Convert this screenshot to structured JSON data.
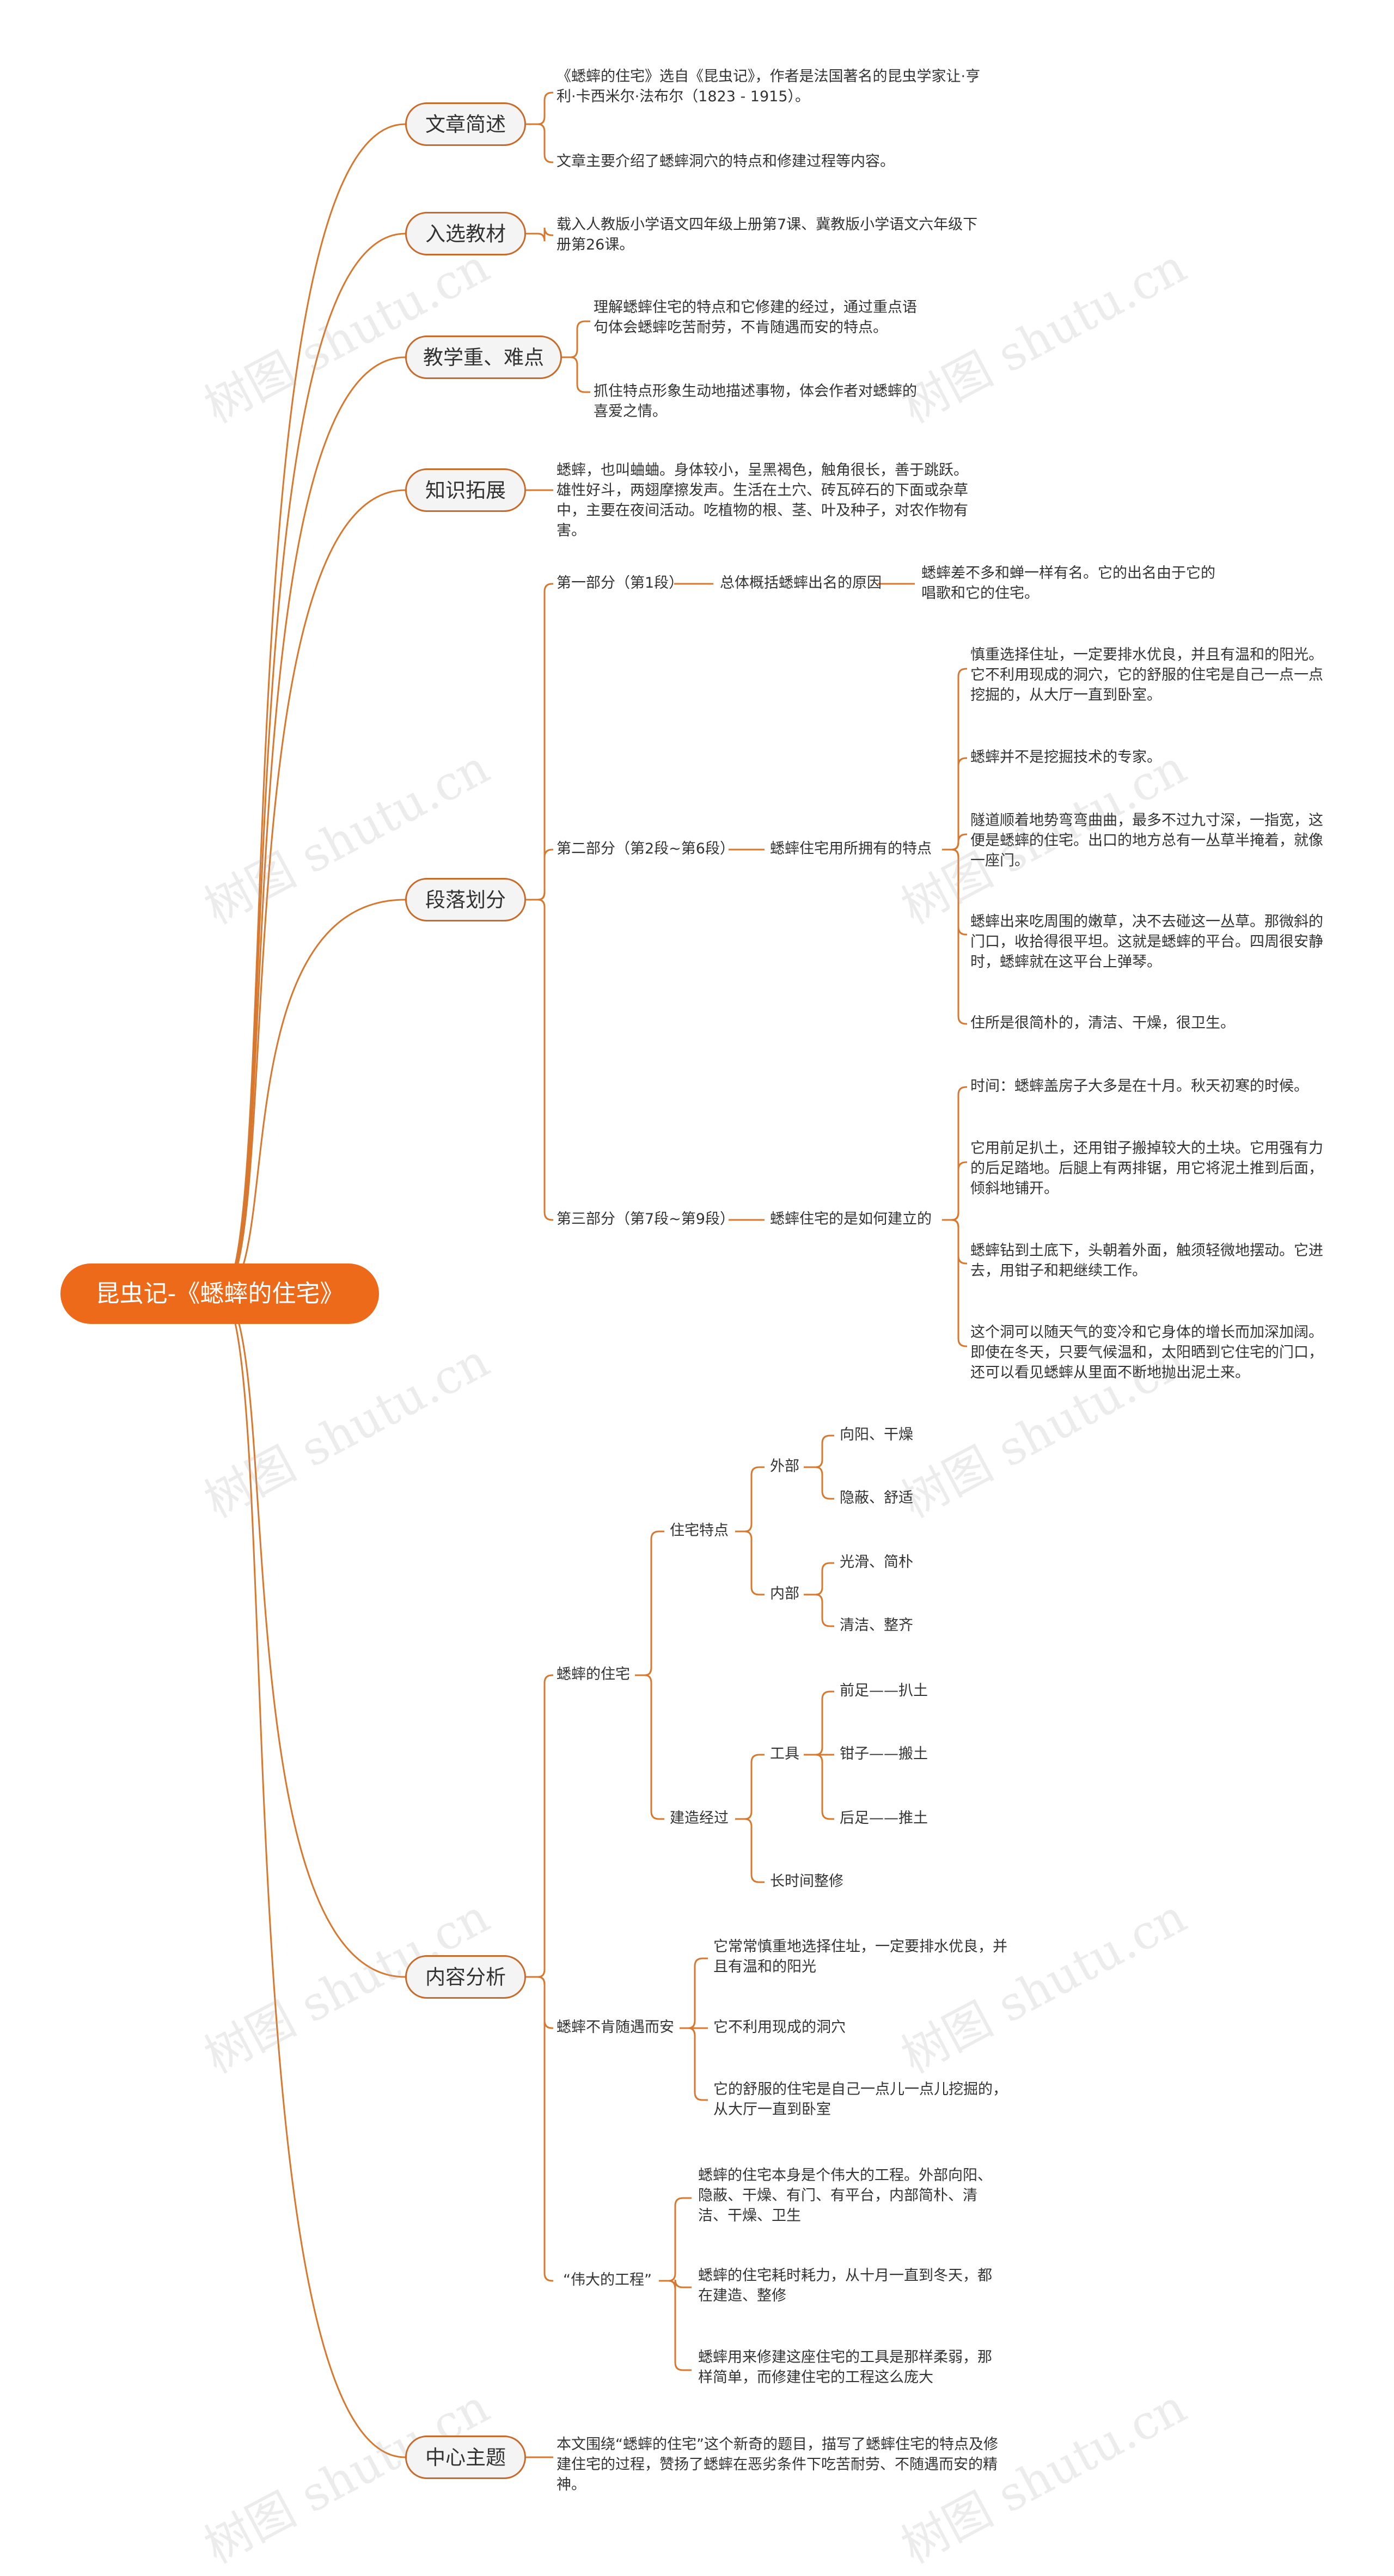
{
  "root": {
    "label": "昆虫记-《蟋蟀的住宅》"
  },
  "branches": {
    "summary": {
      "label": "文章简述",
      "items": [
        "《蟋蟀的住宅》选自《昆虫记》，作者是法国著名的昆虫学家让·亨利·卡西米尔·法布尔（1823 - 1915）。",
        "文章主要介绍了蟋蟀洞穴的特点和修建过程等内容。"
      ]
    },
    "textbook": {
      "label": "入选教材",
      "items": [
        "载入人教版小学语文四年级上册第7课、冀教版小学语文六年级下册第26课。"
      ]
    },
    "focus": {
      "label": "教学重、难点",
      "items": [
        "理解蟋蟀住宅的特点和它修建的经过，通过重点语句体会蟋蟀吃苦耐劳，不肯随遇而安的特点。",
        "抓住特点形象生动地描述事物，体会作者对蟋蟀的喜爱之情。"
      ]
    },
    "knowledge": {
      "label": "知识拓展",
      "items": [
        "蟋蟀，也叫蛐蛐。身体较小，呈黑褐色，触角很长，善于跳跃。雄性好斗，两翅摩擦发声。生活在土穴、砖瓦碎石的下面或杂草中，主要在夜间活动。吃植物的根、茎、叶及种子，对农作物有害。"
      ]
    },
    "sections": {
      "label": "段落划分",
      "part1": {
        "label": "第一部分（第1段）",
        "sub": "总体概括蟋蟀出名的原因",
        "items": [
          "蟋蟀差不多和蝉一样有名。它的出名由于它的唱歌和它的住宅。"
        ]
      },
      "part2": {
        "label": "第二部分（第2段~第6段）",
        "sub": "蟋蟀住宅用所拥有的特点",
        "items": [
          "慎重选择住址，一定要排水优良，并且有温和的阳光。它不利用现成的洞穴，它的舒服的住宅是自己一点一点挖掘的，从大厅一直到卧室。",
          "蟋蟀并不是挖掘技术的专家。",
          "隧道顺着地势弯弯曲曲，最多不过九寸深，一指宽，这便是蟋蟀的住宅。出口的地方总有一丛草半掩着，就像一座门。",
          "蟋蟀出来吃周围的嫩草，决不去碰这一丛草。那微斜的门口，收拾得很平坦。这就是蟋蟀的平台。四周很安静时，蟋蟀就在这平台上弹琴。",
          "住所是很简朴的，清洁、干燥，很卫生。"
        ]
      },
      "part3": {
        "label": "第三部分（第7段~第9段）",
        "sub": "蟋蟀住宅的是如何建立的",
        "items": [
          "时间：蟋蟀盖房子大多是在十月。秋天初寒的时候。",
          "它用前足扒土，还用钳子搬掉较大的土块。它用强有力的后足踏地。后腿上有两排锯，用它将泥土推到后面，倾斜地铺开。",
          "蟋蟀钻到土底下，头朝着外面，触须轻微地摆动。它进去，用钳子和耙继续工作。",
          "这个洞可以随天气的变冷和它身体的增长而加深加阔。即使在冬天，只要气候温和，太阳晒到它住宅的门口，还可以看见蟋蟀从里面不断地抛出泥土来。"
        ]
      }
    },
    "content": {
      "label": "内容分析",
      "house": {
        "label": "蟋蟀的住宅",
        "features": {
          "label": "住宅特点",
          "outside": {
            "label": "外部",
            "items": [
              "向阳、干燥",
              "隐蔽、舒适"
            ]
          },
          "inside": {
            "label": "内部",
            "items": [
              "光滑、简朴",
              "清洁、整齐"
            ]
          }
        },
        "building": {
          "label": "建造经过",
          "tools": {
            "label": "工具",
            "items": [
              "前足——扒土",
              "钳子——搬土",
              "后足——推土"
            ]
          },
          "repair": "长时间整修"
        }
      },
      "notsettle": {
        "label": "蟋蟀不肯随遇而安",
        "items": [
          "它常常慎重地选择住址，一定要排水优良，并且有温和的阳光",
          "它不利用现成的洞穴",
          "它的舒服的住宅是自己一点儿一点儿挖掘的，从大厅一直到卧室"
        ]
      },
      "project": {
        "label": "“伟大的工程”",
        "items": [
          "蟋蟀的住宅本身是个伟大的工程。外部向阳、隐蔽、干燥、有门、有平台，内部简朴、清洁、干燥、卫生",
          "蟋蟀的住宅耗时耗力，从十月一直到冬天，都在建造、整修",
          "蟋蟀用来修建这座住宅的工具是那样柔弱，那样简单，而修建住宅的工程这么庞大"
        ]
      }
    },
    "theme": {
      "label": "中心主题",
      "items": [
        "本文围绕“蟋蟀的住宅”这个新奇的题目，描写了蟋蟀住宅的特点及修建住宅的过程，赞扬了蟋蟀在恶劣条件下吃苦耐劳、不随遇而安的精神。"
      ]
    }
  },
  "watermark": "树图 shutu.cn",
  "colors": {
    "root_fill": "#ec6a1a",
    "line": "#d8782e",
    "node_border": "#c76a2a",
    "node_fill": "#f4f4f4"
  }
}
